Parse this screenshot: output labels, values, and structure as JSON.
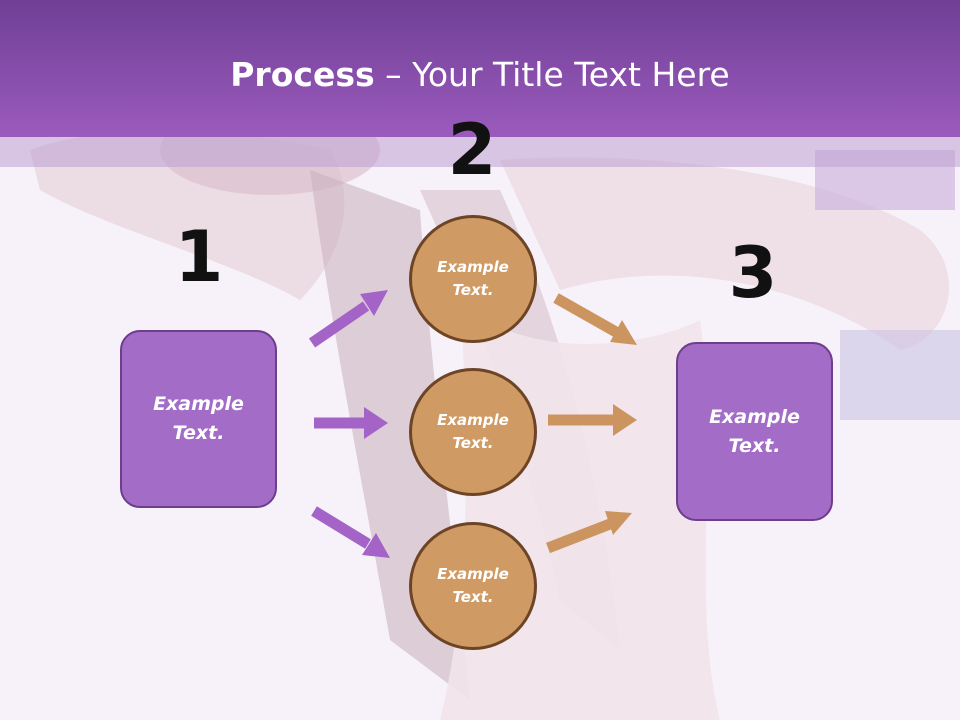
{
  "header": {
    "title_bold": "Process",
    "title_rest": " – Your Title Text Here"
  },
  "steps": {
    "one": "1",
    "two": "2",
    "three": "3"
  },
  "left_box": {
    "label": "Example Text."
  },
  "circles": [
    {
      "label": "Example Text."
    },
    {
      "label": "Example Text."
    },
    {
      "label": "Example Text."
    }
  ],
  "right_box": {
    "label": "Example Text."
  },
  "colors": {
    "header": "#9b5bbd",
    "box_fill": "#a36cc6",
    "circle_fill": "#cf9a63",
    "arrow_purple": "#a463c7",
    "arrow_tan": "#cc9560"
  }
}
